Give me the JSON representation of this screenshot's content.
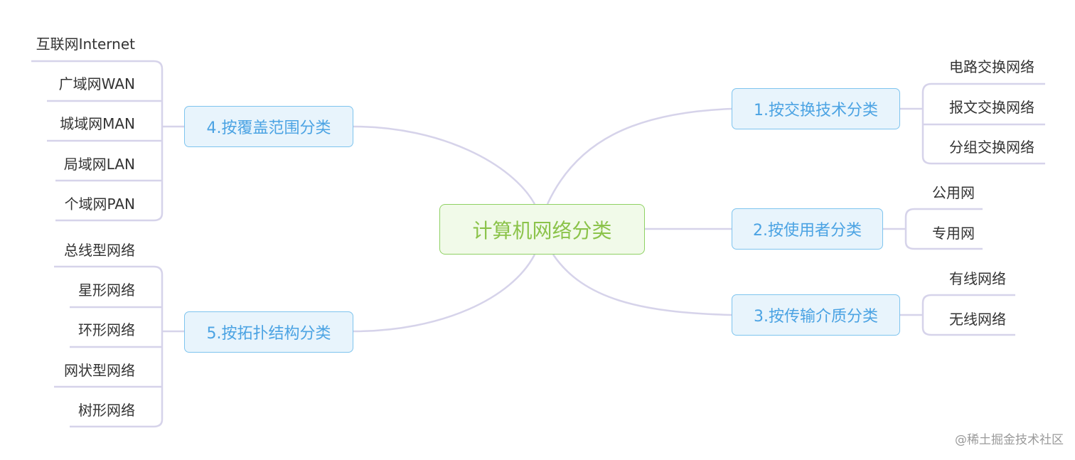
{
  "root": {
    "label": "计算机网络分类"
  },
  "branches": [
    {
      "label": "1.按交换技术分类",
      "leaves": [
        "电路交换网络",
        "报文交换网络",
        "分组交换网络"
      ]
    },
    {
      "label": "2.按使用者分类",
      "leaves": [
        "公用网",
        "专用网"
      ]
    },
    {
      "label": "3.按传输介质分类",
      "leaves": [
        "有线网络",
        "无线网络"
      ]
    },
    {
      "label": "4.按覆盖范围分类",
      "leaves": [
        "互联网Internet",
        "广域网WAN",
        "城域网MAN",
        "局域网LAN",
        "个域网PAN"
      ]
    },
    {
      "label": "5.按拓扑结构分类",
      "leaves": [
        "总线型网络",
        "星形网络",
        "环形网络",
        "网状型网络",
        "树形网络"
      ]
    }
  ],
  "watermark": "@稀土掘金技术社区",
  "colors": {
    "edge": "#d6d3ea",
    "root_border": "#8fd163",
    "root_text": "#8bc34a",
    "branch_border": "#7ec4ee",
    "branch_text": "#4ba3e3"
  }
}
